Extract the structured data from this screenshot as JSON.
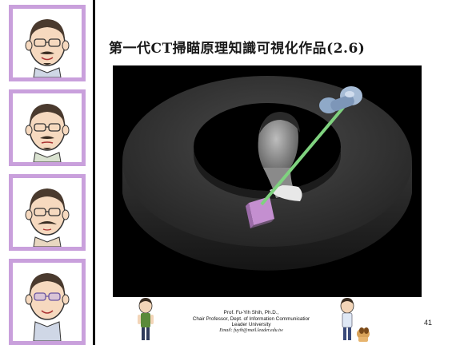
{
  "slide": {
    "title": "第一代CT掃瞄原理知識可視化作品(2.6)",
    "page_number": "41"
  },
  "credits": {
    "name": "Prof. Fu-Yih Shih, Ph.D.,",
    "position": "Chair Professor, Dept. of Information Communicatior",
    "university": "Leader University",
    "email": "Email: fuyih@mail.leader.edu.tw"
  },
  "left_strip": {
    "portraits": [
      "portrait-1",
      "portrait-2",
      "portrait-3",
      "portrait-4"
    ],
    "frame_color": "#c9a0dc"
  },
  "render": {
    "ring_color": "#3a3a3a",
    "beam_color": "#7fd27f",
    "detector_color": "#c48fd0",
    "source_color": "#8fa9c8"
  }
}
